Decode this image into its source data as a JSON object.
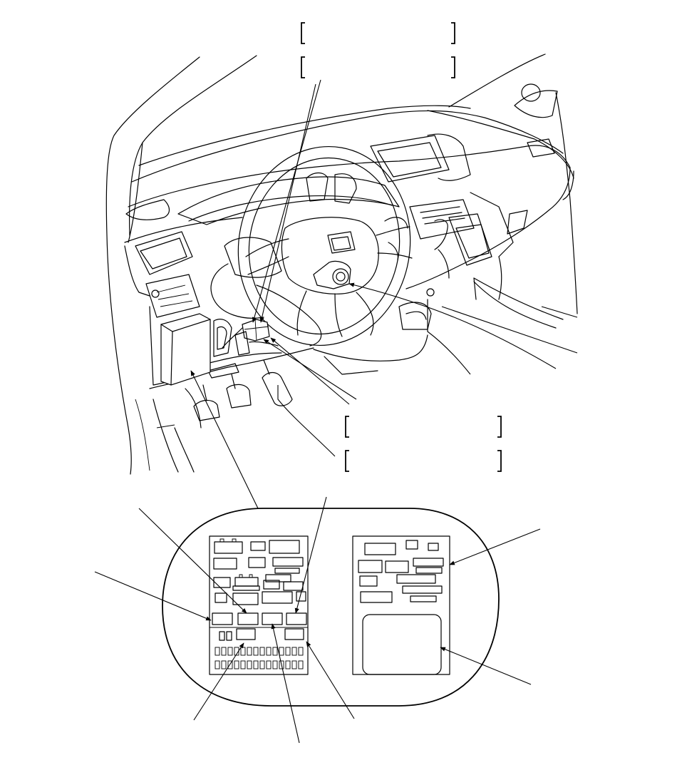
{
  "figure": {
    "title": "",
    "callout_boxes": [
      {
        "id": "top-1",
        "text": ""
      },
      {
        "id": "top-2",
        "text": ""
      },
      {
        "id": "mid-1",
        "text": ""
      },
      {
        "id": "mid-2",
        "text": ""
      }
    ],
    "components": [
      "dashboard",
      "steering-wheel",
      "ignition-switch",
      "relay-block",
      "under-dash-fuse-box",
      "fuse-box-detail",
      "fuse-box-cover"
    ]
  },
  "colors": {
    "line": "#000000",
    "background": "#ffffff"
  }
}
